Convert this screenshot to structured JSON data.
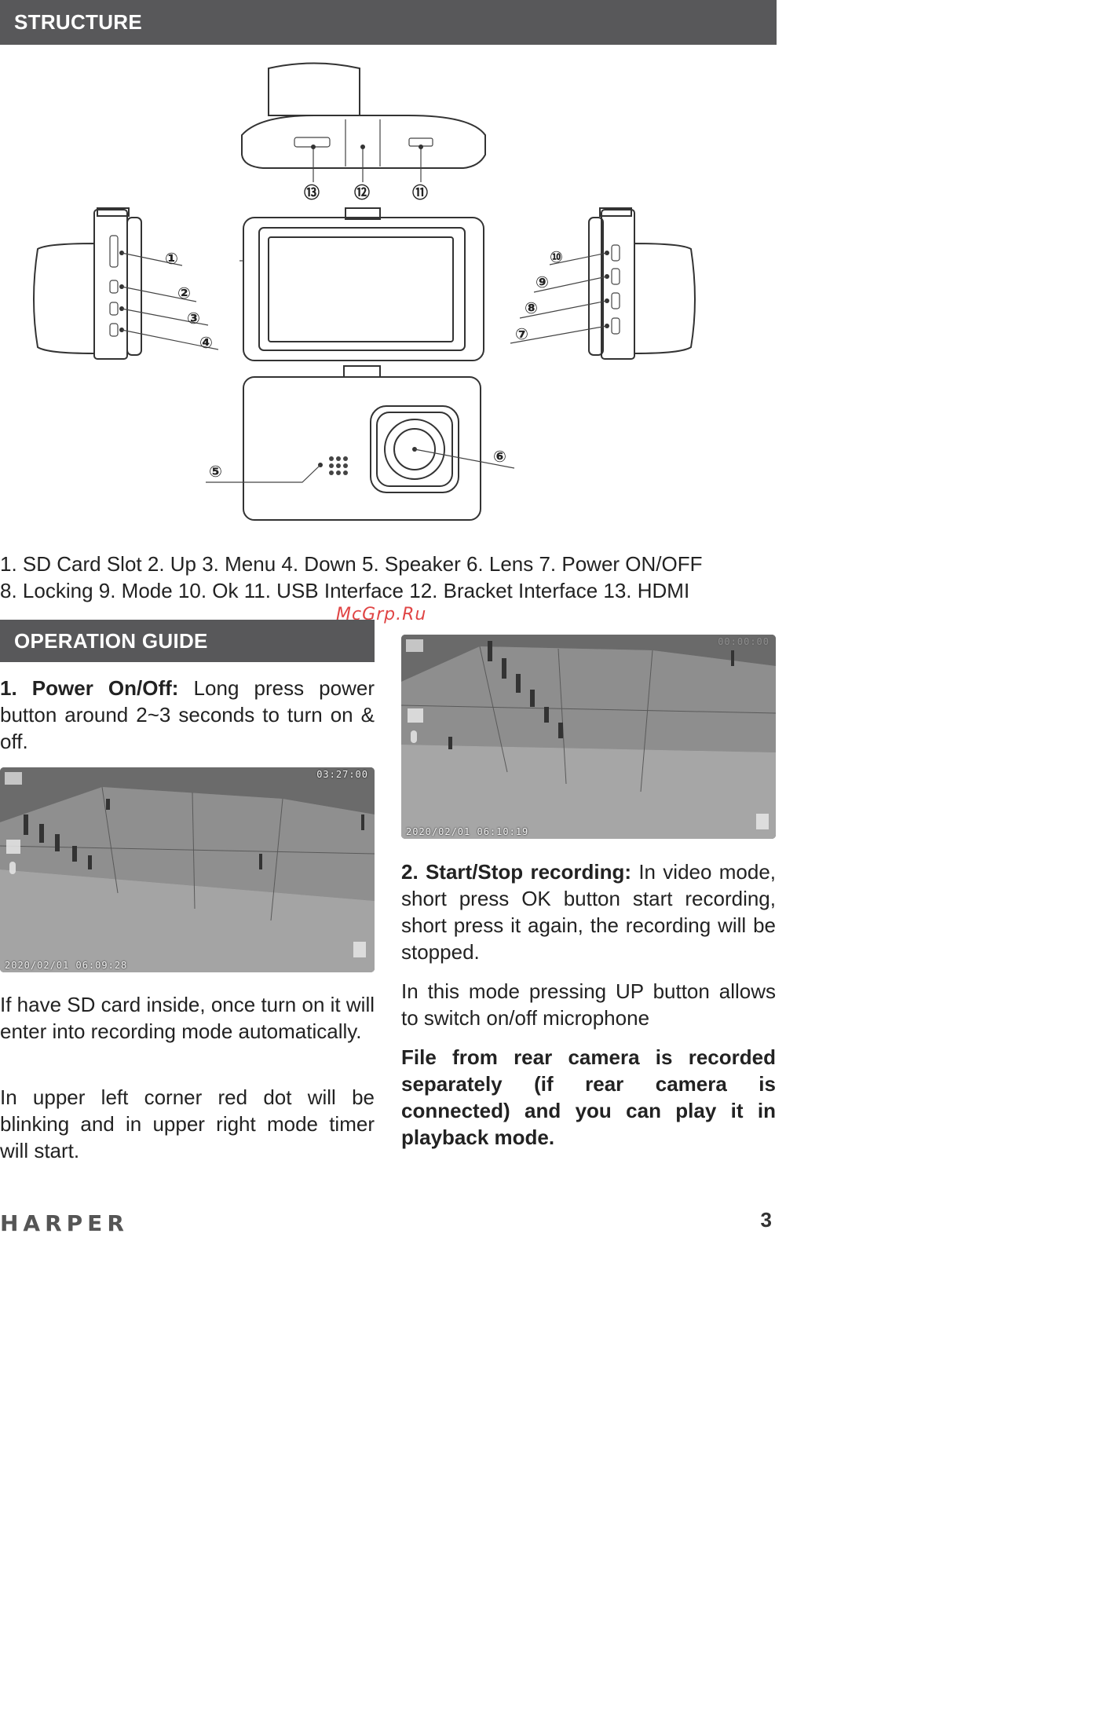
{
  "structure": {
    "title": "STRUCTURE",
    "legend_line1": "1. SD Card Slot 2. Up 3. Menu 4. Down 5. Speaker 6. Lens 7. Power ON/OFF",
    "legend_line2": "8. Locking 9. Mode 10. Ok 11. USB Interface 12. Bracket Interface 13. HDMI",
    "callouts": [
      "①",
      "②",
      "③",
      "④",
      "⑤",
      "⑥",
      "⑦",
      "⑧",
      "⑨",
      "⑩",
      "⑪",
      "⑫",
      "⑬"
    ]
  },
  "watermark": "McGrp.Ru",
  "operation": {
    "title": "OPERATION GUIDE",
    "p1_bold": "1. Power On/Off:",
    "p1_text": " Long press power button around 2~3 seconds to turn on & off.",
    "p2": "If have SD card inside, once turn on it will enter into recording mode automatically.",
    "p3": "In upper left corner red dot will be blinking and in upper right mode timer will start.",
    "p4_bold": "2. Start/Stop recording:",
    "p4_text": " In video mode, short press OK button start recording, short press it again, the recording will be stopped.",
    "p5": "In this mode pressing UP button allows to switch on/off microphone",
    "p6": "File from rear camera is recorded separately (if rear camera is connected) and you can play it in playback mode."
  },
  "screens": {
    "left": {
      "timer": "03:27:00",
      "timestamp": "2020/02/01 06:09:28"
    },
    "right": {
      "timer": "00:00:00",
      "timestamp": "2020/02/01 06:10:19"
    }
  },
  "footer": {
    "brand": "HARPER",
    "page": "3"
  }
}
